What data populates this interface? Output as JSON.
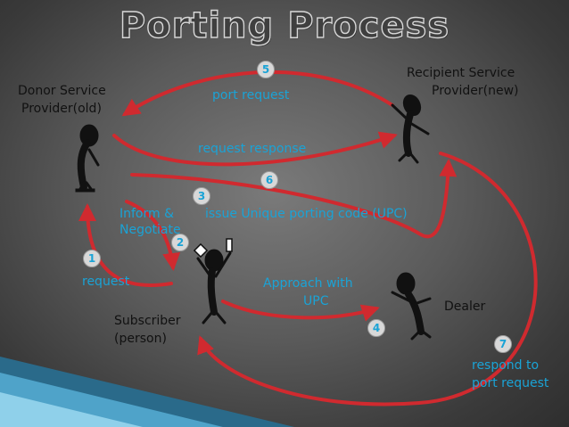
{
  "title": "Porting Process",
  "nodes": {
    "donor": [
      "Donor Service",
      "Provider(old)"
    ],
    "recipient": [
      "Recipient Service",
      "Provider(new)"
    ],
    "subscriber": [
      "Subscriber",
      "(person)"
    ],
    "dealer": "Dealer"
  },
  "steps": {
    "s1": {
      "num": "1",
      "label": "request"
    },
    "s2": {
      "num": "2",
      "label": [
        "Inform &",
        "Negotiate"
      ]
    },
    "s3": {
      "num": "3",
      "label": "issue Unique porting code (UPC)"
    },
    "s4": {
      "num": "4",
      "label": [
        "Approach with",
        "UPC"
      ]
    },
    "s5": {
      "num": "5",
      "label": "port request"
    },
    "s6": {
      "num": "6",
      "label": "request response"
    },
    "s7": {
      "num": "7",
      "label": [
        "respond to",
        "port request"
      ]
    }
  },
  "colors": {
    "arrow": "#d02a2f",
    "step_text": "#1aa3d6",
    "figure": "#111111"
  }
}
